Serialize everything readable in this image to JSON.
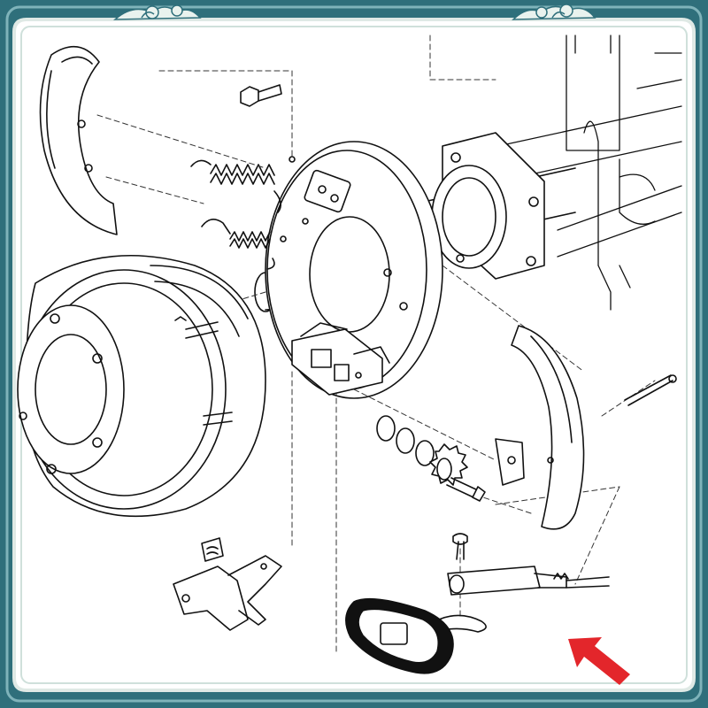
{
  "frame": {
    "outer_color": "#2f6f7b",
    "inner_color": "#3f8a96",
    "panel_color": "#ffffff",
    "accent_color": "#e7efe9",
    "ornament_left": "cloud-scroll-ornament",
    "ornament_right": "cloud-scroll-ornament"
  },
  "diagram": {
    "line_color": "#111111",
    "leader_color": "#333333",
    "arrow_color": "#e3262b",
    "parts": [
      "brake-shoe-upper-left",
      "return-spring-upper",
      "return-spring-lower",
      "mounting-bolt",
      "backing-plate",
      "axle-flange-housing",
      "axle-tube",
      "brake-drum",
      "wheel-hub",
      "wheel-cylinder-block",
      "washers",
      "adjuster-star-wheel",
      "adjuster-screw",
      "brake-shoe-right",
      "cotter-pin",
      "brake-cable-clevis",
      "clevis-pin",
      "hairpin-clip",
      "parking-brake-lever",
      "dust-cover-grommet"
    ]
  }
}
